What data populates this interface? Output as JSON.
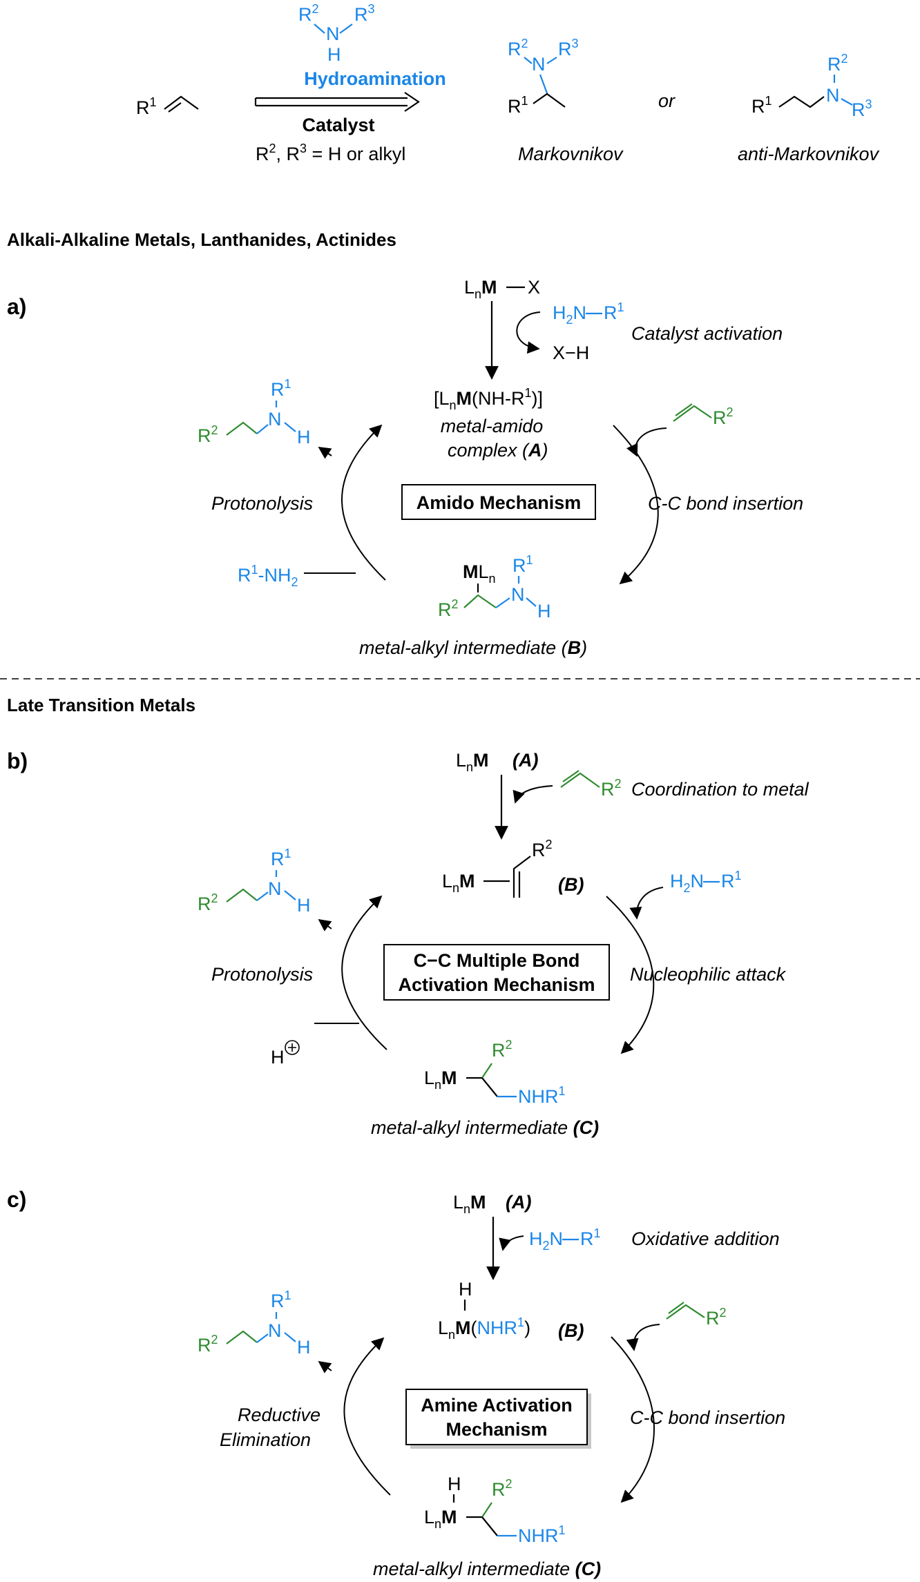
{
  "colors": {
    "amine": "#1a86e8",
    "alkene": "#2e8b2e",
    "text": "#000000"
  },
  "header": {
    "reaction_label": "Hydroamination",
    "catalyst": "Catalyst",
    "conditions_r": "R",
    "conditions_rest": " = H or alkyl",
    "markovnikov": "Markovnikov",
    "or": "or",
    "anti_markovnikov": "anti-Markovnikov"
  },
  "sections": {
    "top_title": "Alkali-Alkaline Metals, Lanthanides, Actinides",
    "late_title": "Late Transition Metals"
  },
  "panel_a": {
    "label": "a)",
    "catalyst_activation": "Catalyst activation",
    "byproduct": "X−H",
    "complex_name_1": "metal-amido",
    "complex_name_2": "complex (",
    "complex_letter": "A",
    "mechanism": "Amido Mechanism",
    "left_step": "Protonolysis",
    "right_step": "C-C bond insertion",
    "amine_reagent": "R",
    "intermediate": "metal-alkyl intermediate (",
    "intermediate_letter": "B"
  },
  "panel_b": {
    "label": "b)",
    "catalyst_letter": "(A)",
    "coordination": "Coordination to metal",
    "pi_complex_letter": "(B)",
    "mechanism_1": "C−C Multiple Bond",
    "mechanism_2": "Activation Mechanism",
    "left_step": "Protonolysis",
    "right_step": "Nucleophilic attack",
    "proton": "H",
    "intermediate": "metal-alkyl intermediate ",
    "intermediate_letter": "(C)"
  },
  "panel_c": {
    "label": "c)",
    "catalyst_letter": "(A)",
    "oxidative_addition": "Oxidative addition",
    "hydride_letter": "(B)",
    "mechanism_1": "Amine Activation",
    "mechanism_2": "Mechanism",
    "left_step_1": "Reductive",
    "left_step_2": "Elimination",
    "right_step": "C-C bond insertion",
    "intermediate": "metal-alkyl intermediate ",
    "intermediate_letter": "(C)"
  }
}
